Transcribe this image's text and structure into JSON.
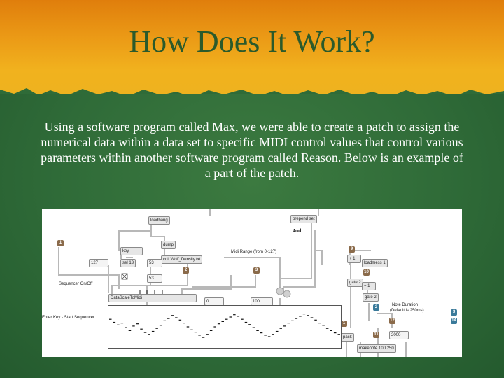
{
  "slide": {
    "title": "How Does It Work?",
    "body": "Using a software program called Max, we were able to create a patch to assign the numerical data within a data set to specific MIDI control values that control various parameters within another software program called Reason. Below is an example of a part of the patch.",
    "colors": {
      "title_band": "#eb9a16",
      "body_band": "#2f6b38",
      "title_text": "#2b5a2b",
      "body_text": "#ffffff"
    }
  },
  "patch": {
    "objects": {
      "loadbang": "loadbang",
      "key": "key",
      "dump": "dump",
      "coll": "coll Wolf_Density.txt",
      "sel": "sel 13",
      "num127": "127",
      "num53a": "53",
      "num53b": "53",
      "datascale": "DataScaleToMidi",
      "prepend": "prepend set",
      "num0": "0",
      "num100": "100",
      "plus1a": "+ 1",
      "loadmess": "loadmess 1",
      "gate2a": "gate 2",
      "plus1b": "+ 1",
      "gate2b": "gate 2",
      "pack": "pack",
      "num2000": "2000",
      "makenote": "makenote 100 250"
    },
    "msg_tiles": {
      "m1": "1",
      "m2": "2",
      "m3": "3",
      "m9": "9",
      "m10": "10",
      "m2b": "2",
      "m12": "12",
      "m1b": "1",
      "m11": "11",
      "m3b": "3",
      "m14": "14"
    },
    "labels": {
      "fourth": "4nd",
      "midi_range": "Midi Range (from 0-127)",
      "seq_onoff": "Sequencer On/Off",
      "enter_key": "Enter Key - Start Sequencer",
      "note_duration": "Note Duration",
      "default": "(Default is 250ms)"
    },
    "multislider_values": [
      70,
      62,
      55,
      60,
      48,
      40,
      52,
      58,
      44,
      35,
      30,
      38,
      46,
      54,
      66,
      72,
      80,
      74,
      68,
      60,
      50,
      42,
      36,
      28,
      22,
      30,
      40,
      50,
      58,
      64,
      70,
      76,
      82,
      78,
      70,
      62,
      56,
      48,
      40,
      34,
      28,
      24,
      30,
      38,
      46,
      52,
      60,
      66,
      72,
      78,
      84,
      80,
      74,
      68,
      60,
      54,
      46,
      40,
      34,
      30
    ]
  }
}
